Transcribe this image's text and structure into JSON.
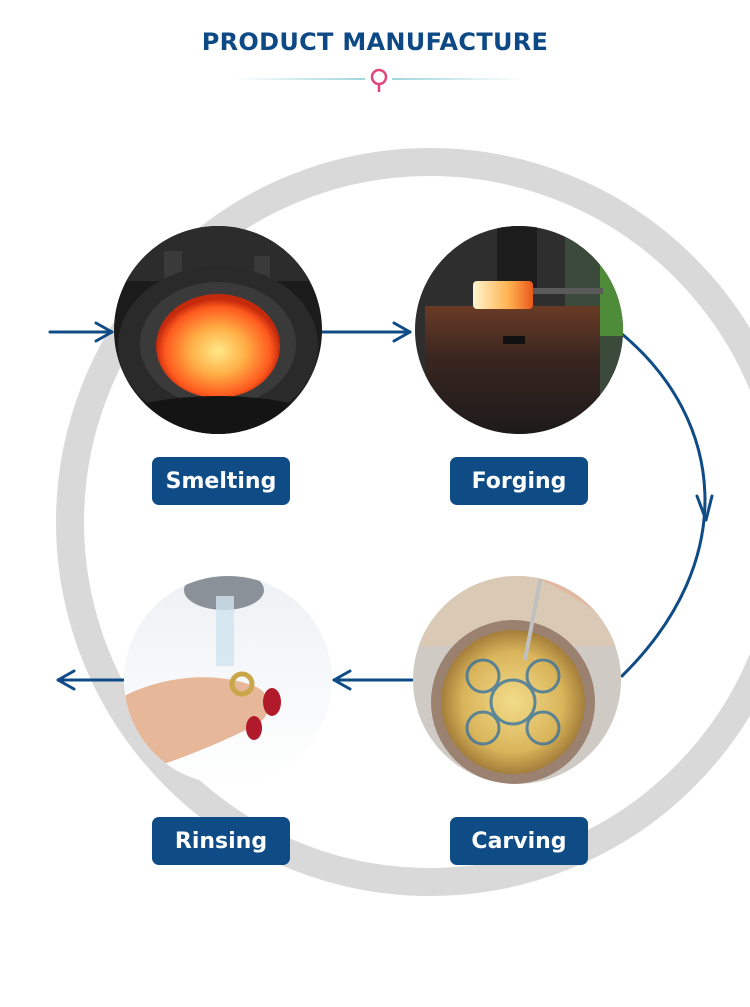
{
  "header": {
    "title": "PRODUCT MANUFACTURE"
  },
  "colors": {
    "primary": "#0f4c86",
    "accent_pin": "#e0457b",
    "ring": "#d8d8d8",
    "divider": "#9fd6dc"
  },
  "steps": [
    {
      "label": "Smelting",
      "image": "furnace-crucible-photo"
    },
    {
      "label": "Forging",
      "image": "hot-metal-forging-photo"
    },
    {
      "label": "Carving",
      "image": "hand-engraving-pendant-photo"
    },
    {
      "label": "Rinsing",
      "image": "ring-under-running-water-photo"
    }
  ]
}
